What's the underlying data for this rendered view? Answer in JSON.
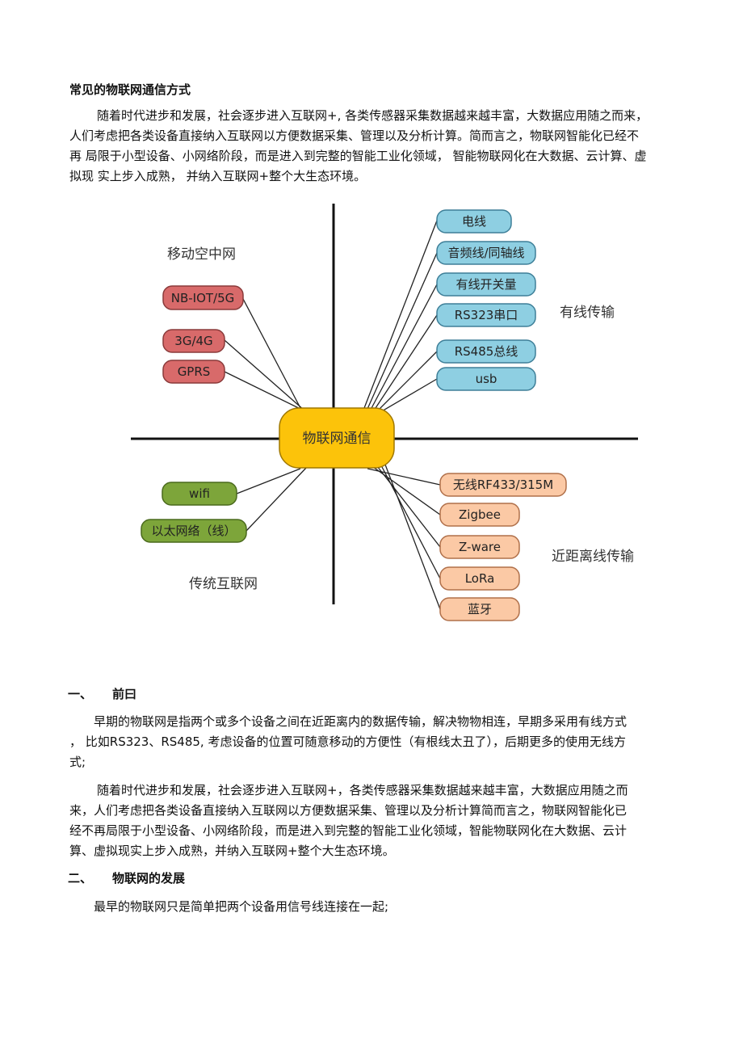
{
  "title": "常见的物联网通信方式",
  "intro_lines": [
    "随着时代进步和发展，社会逐步进入互联网+, 各类传感器采集数据越来越丰富，大数据应用随之而来，",
    "人们考虑把各类设备直接纳入互联网以方便数据采集、管理以及分析计算。简而言之，物联网智能化已经不",
    "再  局限于小型设备、小网络阶段，而是进入到完整的智能工业化领域，  智能物联网化在大数据、云计算、虚",
    "拟现  实上步入成熟，  并纳入互联网+整个大生态环境。"
  ],
  "diagram": {
    "center": "物联网通信",
    "categories": {
      "mobile": "移动空中网",
      "wired": "有线传输",
      "short_range": "近距离线传输",
      "internet": "传统互联网"
    },
    "mobile_items": [
      "NB-IOT/5G",
      "3G/4G",
      "GPRS"
    ],
    "wired_items": [
      "电线",
      "音频线/同轴线",
      "有线开关量",
      "RS323串口",
      "RS485总线",
      "usb"
    ],
    "internet_items": [
      "wifi",
      "以太网络（线）"
    ],
    "short_items": [
      "无线RF433/315M",
      "Zigbee",
      "Z-ware",
      "LoRa",
      "蓝牙"
    ],
    "colors": {
      "mobile": "#d86a6a",
      "wired": "#8ecfe2",
      "internet": "#7da53a",
      "short": "#fbc9a5",
      "center": "#fcc30a"
    }
  },
  "section1": {
    "number": "一、",
    "heading": "前曰",
    "para1_lines": [
      "早期的物联网是指两个或多个设备之间在近距离内的数据传输，解决物物相连，早期多采用有线方式",
      "，  比如RS323、RS485, 考虑设备的位置可随意移动的方便性（有根线太丑了），后期更多的使用无线方",
      "式;"
    ],
    "para2_lines": [
      "随着时代进步和发展，社会逐步进入互联网+，各类传感器采集数据越来越丰富，大数据应用随之而",
      "来，人们考虑把各类设备直接纳入互联网以方便数据采集、管理以及分析计算简而言之，物联网智能化已",
      "经不再局限于小型设备、小网络阶段，而是进入到完整的智能工业化领域，智能物联网化在大数据、云计",
      "算、虚拟现实上步入成熟，并纳入互联网+整个大生态环境。"
    ]
  },
  "section2": {
    "number": "二、",
    "heading": "物联网的发展",
    "para_lines": [
      "最早的物联网只是简单把两个设备用信号线连接在一起;"
    ]
  }
}
